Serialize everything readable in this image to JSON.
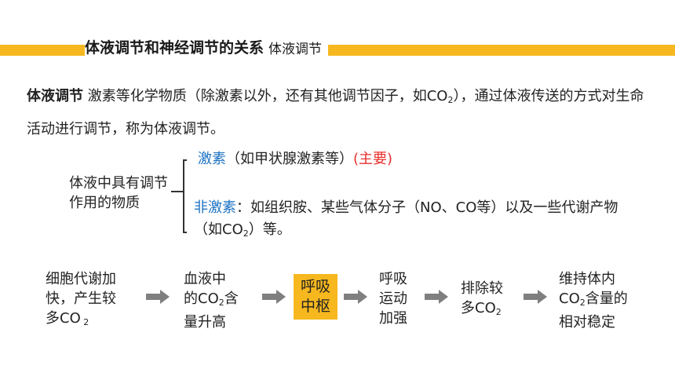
{
  "header": {
    "title": "体液调节和神经调节的关系",
    "subtitle": "体液调节"
  },
  "paragraph": {
    "term": "体液调节",
    "text_before": " 激素等化学物质（除激素以外，还有其他调节因子，如CO",
    "sub": "2",
    "text_after": "），通过体液传送的方式对生命活动进行调节，称为体液调节。"
  },
  "classification": {
    "label": "体液中具有调节作用的物质",
    "row1": {
      "name": "激素",
      "detail": "（如甲状腺激素等）",
      "note": "(主要)"
    },
    "row2": {
      "name": "非激素",
      "text_before": "：如组织胺、某些气体分子（NO、CO等）以及一些代谢产物（如CO",
      "sub": "2",
      "text_after": "）等。"
    }
  },
  "flow": {
    "step1": {
      "line1": "细胞代谢加",
      "line2": "快，产生较",
      "line3a": "多CO",
      "line3sub": " 2"
    },
    "step2": {
      "line1": "血液中",
      "line2a": "的CO",
      "line2sub": "2",
      "line2b": "含",
      "line3": "量升高"
    },
    "step3": {
      "line1": "呼吸",
      "line2": "中枢"
    },
    "step4": {
      "line1": "呼吸",
      "line2": "运动",
      "line3": "加强"
    },
    "step5": {
      "line1": "排除较",
      "line2a": "多CO",
      "line2sub": "2"
    },
    "step6": {
      "line1": "维持体内",
      "line2a": "CO",
      "line2sub": "2",
      "line2b": "含量的",
      "line3": "相对稳定"
    }
  },
  "colors": {
    "accent": "#f6b81e",
    "blue": "#1f74c4",
    "red": "#e8302c",
    "arrow": "#7f7f7f"
  }
}
